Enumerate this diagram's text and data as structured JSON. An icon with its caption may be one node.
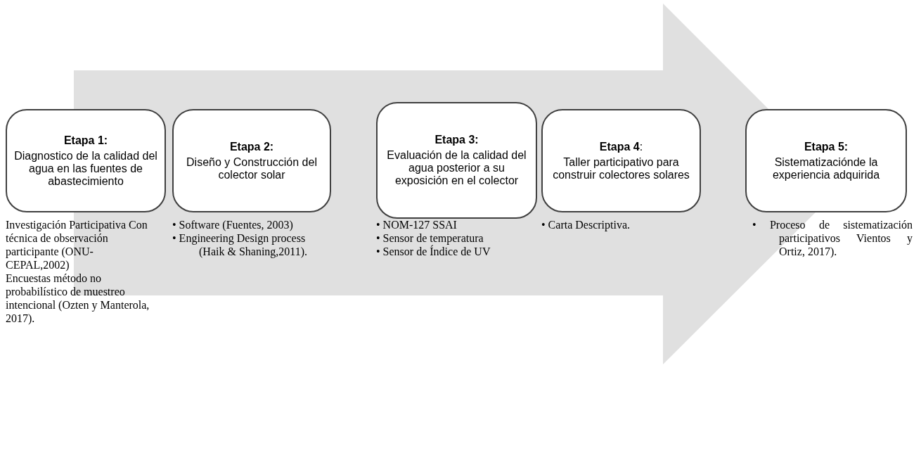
{
  "diagram": {
    "nodes": [
      {
        "text": [
          "Etapa 1:",
          "Diagnostico de la calidad del agua en las fuentes de abastecimiento"
        ],
        "beside": [
          "Investigación Participativa Con técnica de observación participante (ONU-CEPAL,2002)",
          "Encuestas método no probabilístico de muestreo intencional (Ozten y Manterola, 2017)."
        ]
      },
      {
        "text": [
          "Etapa 2:",
          "Diseño y Construcción del colector solar"
        ],
        "beside": [
          "• Software (Fuentes, 2003)",
          "• Engineering Design process (Haik & Shaning,2011)."
        ]
      },
      {
        "text": [
          "Etapa 3:",
          "Evaluación de la calidad del agua posterior a su exposición en el colector"
        ],
        "beside": [
          "• NOM-127 SSAI",
          "• Sensor de temperatura",
          "• Sensor de Índice de UV"
        ]
      },
      {
        "text": [
          "**Etapa 4**:",
          "Taller participativo para construir colectores solares"
        ],
        "beside": [
          "• Carta Descriptiva."
        ]
      },
      {
        "text": [
          "Etapa 5:",
          "Sistematizaciónde la experiencia adquirida"
        ],
        "beside": [
          "• Proceso de sistematización participativos Vientos y Ortiz, 2017)."
        ]
      }
    ],
    "edges": [
      {
        "from": 0,
        "to": 4,
        "arrow": "to",
        "style": "thick"
      }
    ]
  }
}
